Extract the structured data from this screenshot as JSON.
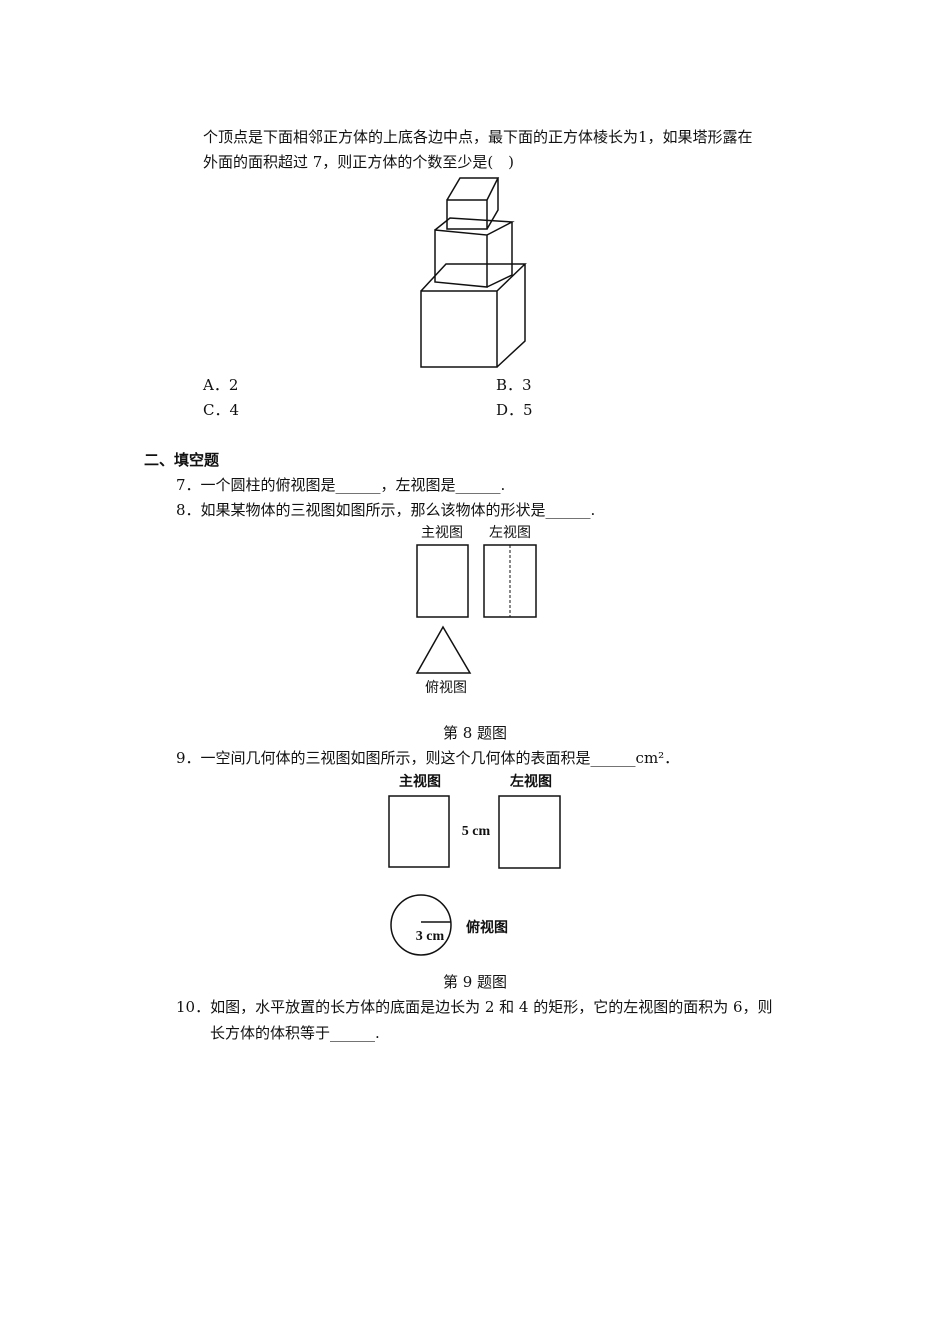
{
  "q6": {
    "line1": "个顶点是下面相邻正方体的上底各边中点，最下面的正方体棱长为1，如果塔形露在",
    "line2": "外面的面积超过 7，则正方体的个数至少是(　)",
    "options": [
      {
        "label": "A．2"
      },
      {
        "label": "B．3"
      },
      {
        "label": "C．4"
      },
      {
        "label": "D．5"
      }
    ]
  },
  "section": "二、填空题",
  "q7": "7．一个圆柱的俯视图是______，左视图是______.",
  "q8": {
    "text": "8．如果某物体的三视图如图所示，那么该物体的形状是______.",
    "front": "主视图",
    "left": "左视图",
    "top": "俯视图",
    "caption": "第 8 题图"
  },
  "q9": {
    "text": "9．一空间几何体的三视图如图所示，则这个几何体的表面积是______cm²．",
    "front": "主视图",
    "left": "左视图",
    "height": "5 cm",
    "radius": "3 cm",
    "top": "俯视图",
    "caption": "第 9 题图"
  },
  "q10": {
    "line1": "10．如图，水平放置的长方体的底面是边长为 2 和 4 的矩形，它的左视图的面积为 6，则",
    "line2": "长方体的体积等于______."
  }
}
